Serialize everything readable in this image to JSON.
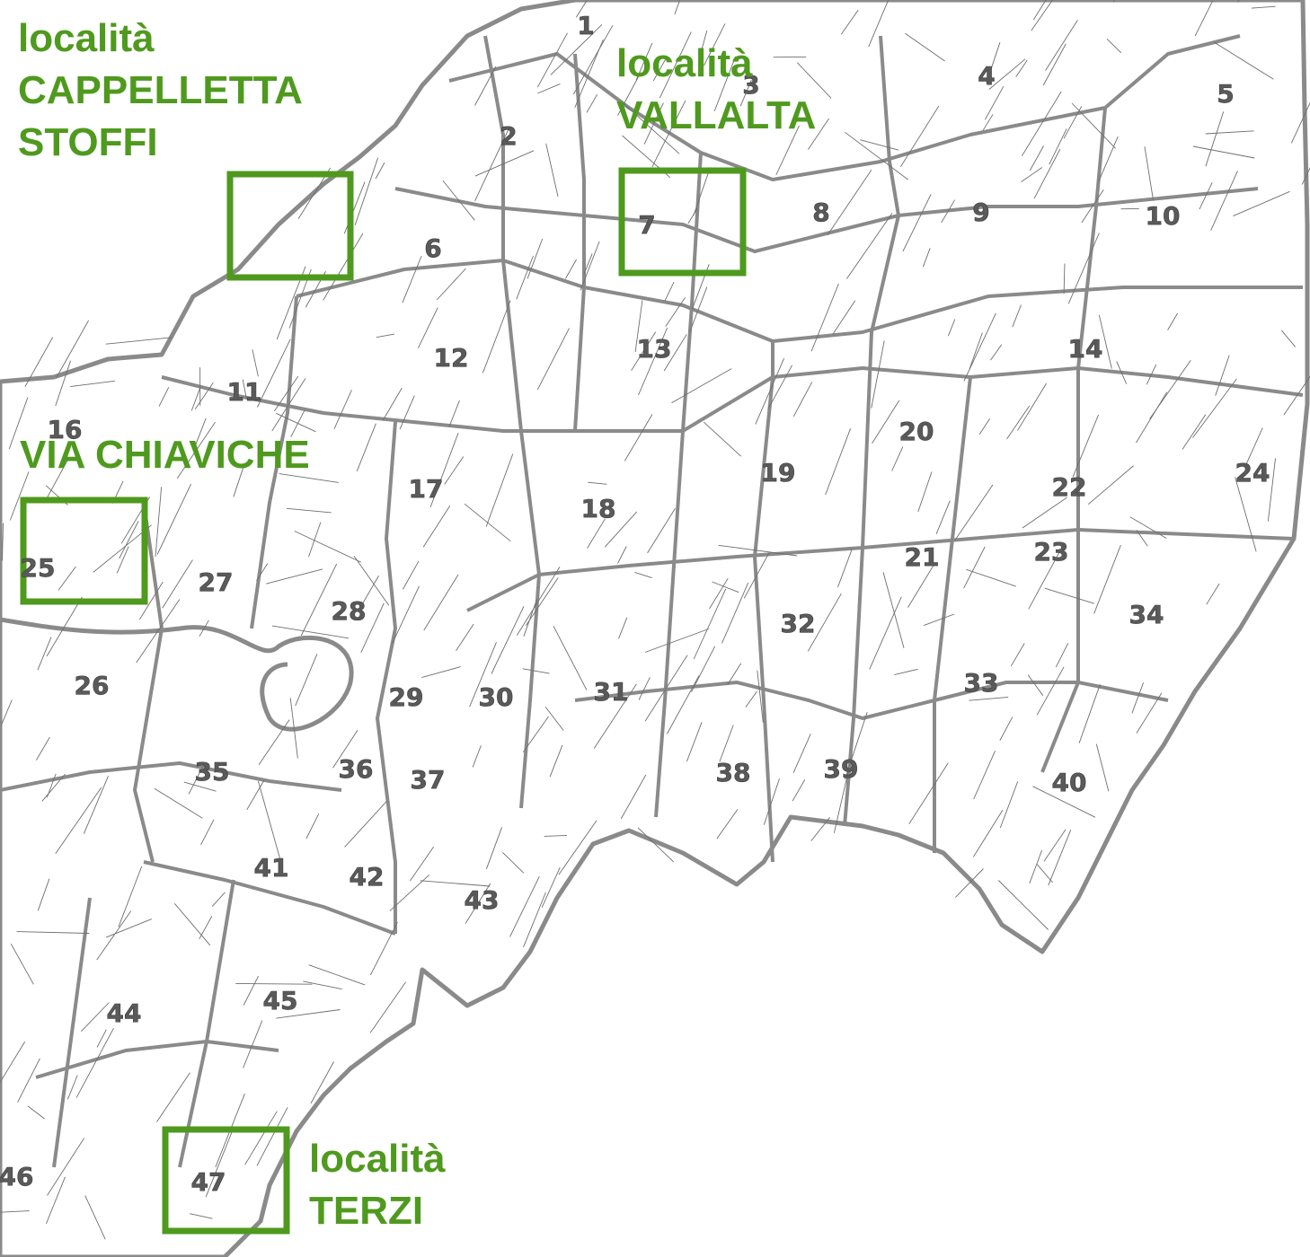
{
  "colors": {
    "accent_green": "#4f9a1e",
    "sheet_boundary": "#8a8a8a",
    "parcel_line": "#6e6e6e",
    "sheet_number": "#5a5a5a"
  },
  "place_labels": [
    {
      "id": "cappelletta",
      "lines": [
        "località",
        "CAPPELLETTA",
        "STOFFI"
      ]
    },
    {
      "id": "vallalta",
      "lines": [
        "località",
        "VALLALTA"
      ]
    },
    {
      "id": "chiaviche",
      "lines": [
        "VIA CHIAVICHE"
      ]
    },
    {
      "id": "terzi",
      "lines": [
        "località",
        "TERZI"
      ]
    }
  ],
  "sheet_numbers": [
    "1",
    "2",
    "3",
    "4",
    "5",
    "6",
    "7",
    "8",
    "9",
    "10",
    "11",
    "12",
    "13",
    "14",
    "16",
    "17",
    "18",
    "19",
    "20",
    "21",
    "22",
    "23",
    "24",
    "25",
    "26",
    "27",
    "28",
    "29",
    "30",
    "31",
    "32",
    "33",
    "34",
    "35",
    "36",
    "37",
    "38",
    "39",
    "40",
    "41",
    "42",
    "43",
    "44",
    "45",
    "46",
    "47"
  ]
}
